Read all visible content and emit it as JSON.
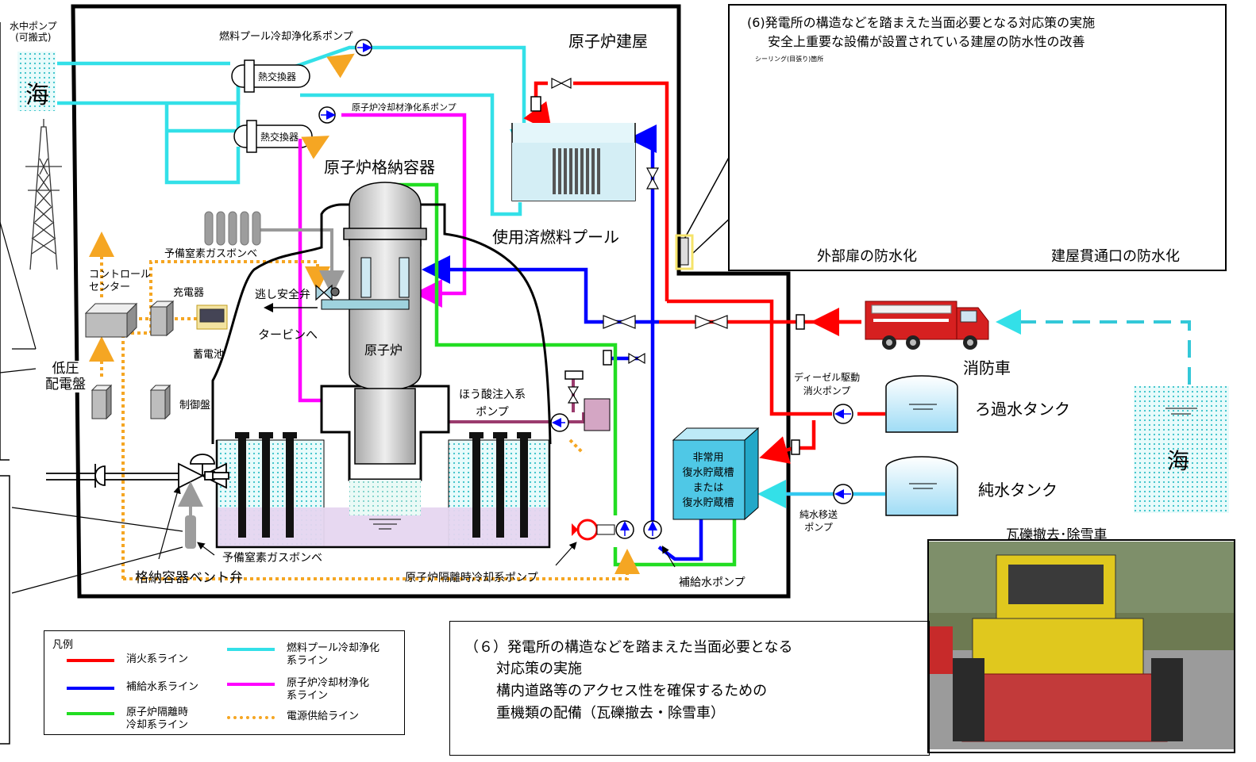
{
  "labels": {
    "reactor_building": "原子炉建屋",
    "pcv": "原子炉格納容器",
    "reactor": "原子炉",
    "sfp": "使用済燃料プール",
    "sea_left": "海",
    "portable_pump": "水中ポンプ\n(可搬式)",
    "fpc_pump": "燃料プール冷却浄化系ポンプ",
    "cuw_pump": "原子炉冷却材浄化系ポンプ",
    "hx1": "熱交換器",
    "hx2": "熱交換器",
    "n2_bottles_top": "予備窒素ガスボンベ",
    "srv": "逃し安全弁",
    "to_turbine": "タービンへ",
    "control_center": "コントロール\nセンター",
    "charger": "充電器",
    "battery": "蓄電池",
    "lv_panel": "低圧\n配電盤",
    "control_panel": "制御盤",
    "boric_pump": "ほう酸注入系\nポンプ",
    "n2_bottle_bottom": "予備窒素ガスボンベ",
    "vent_valve": "格納容器ベント弁",
    "rcic_pump": "原子炉隔離時冷却系ポンプ",
    "makeup_pump": "補給水ポンプ",
    "cst": "非常用\n復水貯蔵槽\nまたは\n復水貯蔵槽",
    "fire_truck": "消防車",
    "diesel_pump": "ディーゼル駆動\n消火ポンプ",
    "filtered_tank": "ろ過水タンク",
    "pure_tank": "純水タンク",
    "pure_pump": "純水移送\nポンプ",
    "sea_right": "海",
    "debris_vehicle": "瓦礫撤去･除雪車"
  },
  "callout_top": {
    "title_line1": "(6)発電所の構造などを踏まえた当面必要となる対応策の実施",
    "title_line2": "安全上重要な設備が設置されている建屋の防水性の改善",
    "sealing_label": "シーリング(目張り)箇所",
    "caption_door": "外部扉の防水化",
    "caption_penetration": "建屋貫通口の防水化"
  },
  "callout_bottom": {
    "line1": "（６）発電所の構造などを踏まえた当面必要となる",
    "line2": "対応策の実施",
    "line3": "構内道路等のアクセス性を確保するための",
    "line4": "重機類の配備（瓦礫撤去・除雪車）"
  },
  "legend": {
    "title": "凡例",
    "items": [
      {
        "label": "消火系ライン",
        "color": "#ff0000",
        "style": "solid"
      },
      {
        "label": "補給水系ライン",
        "color": "#0000ff",
        "style": "solid"
      },
      {
        "label": "原子炉隔離時\n冷却系ライン",
        "color": "#22dd22",
        "style": "solid"
      },
      {
        "label": "燃料プール冷却浄化\n系ライン",
        "color": "#33e0e8",
        "style": "solid"
      },
      {
        "label": "原子炉冷却材浄化\n系ライン",
        "color": "#ff00ff",
        "style": "solid"
      },
      {
        "label": "電源供給ライン",
        "color": "#f5a623",
        "style": "dotted"
      }
    ]
  },
  "colors": {
    "fire": "#ff0000",
    "makeup": "#0000ff",
    "rcic": "#22dd22",
    "fpc": "#33e0e8",
    "cuw": "#ff00ff",
    "power": "#f5a623",
    "water": "#7fd3f0"
  }
}
